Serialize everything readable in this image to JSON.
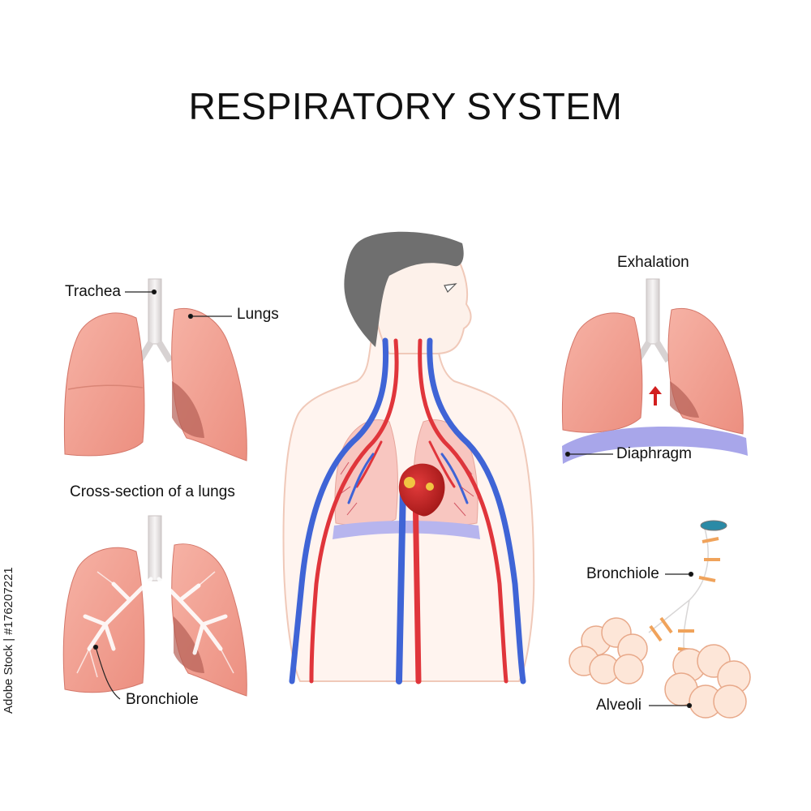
{
  "title": "RESPIRATORY SYSTEM",
  "labels": {
    "trachea": "Trachea",
    "lungs": "Lungs",
    "cross_section": "Cross-section of a lungs",
    "bronchiole_left": "Bronchiole",
    "exhalation": "Exhalation",
    "diaphragm": "Diaphragm",
    "bronchiole_right": "Bronchiole",
    "alveoli": "Alveoli"
  },
  "watermark_id": "Adobe Stock | #176207221",
  "colors": {
    "lung": "#f2a494",
    "lung_dark": "#c86e62",
    "trachea": "#e9e6e6",
    "artery": "#e0353b",
    "vein": "#3f64d6",
    "hair": "#6f6f6f",
    "skin": "#fdeee6",
    "diaphragm": "#a8a6ea",
    "alveoli": "#fde6d8",
    "arrow": "#d21f1f"
  }
}
